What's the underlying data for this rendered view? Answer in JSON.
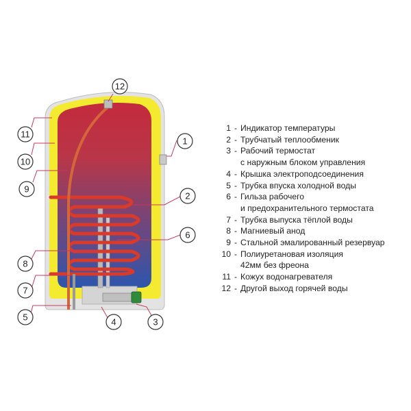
{
  "colors": {
    "casing": "#e3e3e3",
    "insulation": "#f4ea2f",
    "tank_top": "#c42a3d",
    "tank_bottom": "#2d56ad",
    "coil": "#d93a2a",
    "anode": "#b9b9b9",
    "leader_line": "#c8385c",
    "callout_stroke": "#333333"
  },
  "callouts": [
    {
      "number": "1"
    },
    {
      "number": "2"
    },
    {
      "number": "3"
    },
    {
      "number": "4"
    },
    {
      "number": "5"
    },
    {
      "number": "6"
    },
    {
      "number": "7"
    },
    {
      "number": "8"
    },
    {
      "number": "9"
    },
    {
      "number": "10"
    },
    {
      "number": "11"
    },
    {
      "number": "12"
    }
  ],
  "legend": [
    {
      "num": "1",
      "text": "Индикатор температуры"
    },
    {
      "num": "2",
      "text": "Трубчатый теплообменик"
    },
    {
      "num": "3",
      "text": "Рабочий термостат",
      "cont": "с наружным блоком управления"
    },
    {
      "num": "4",
      "text": "Крышка электроподсоединения"
    },
    {
      "num": "5",
      "text": "Трубка впуска холодной воды"
    },
    {
      "num": "6",
      "text": "Гильза рабочего",
      "cont": "и предохранительного термостата"
    },
    {
      "num": "7",
      "text": "Трубка выпуска тёплой воды"
    },
    {
      "num": "8",
      "text": "Магниевый анод"
    },
    {
      "num": "9",
      "text": "Стальной эмалированный резервуар"
    },
    {
      "num": "10",
      "text": "Полиуретановая изоляция",
      "cont": "42мм без фреона"
    },
    {
      "num": "11",
      "text": "Кожух водонагревателя"
    },
    {
      "num": "12",
      "text": "Другой выход горячей воды"
    }
  ]
}
